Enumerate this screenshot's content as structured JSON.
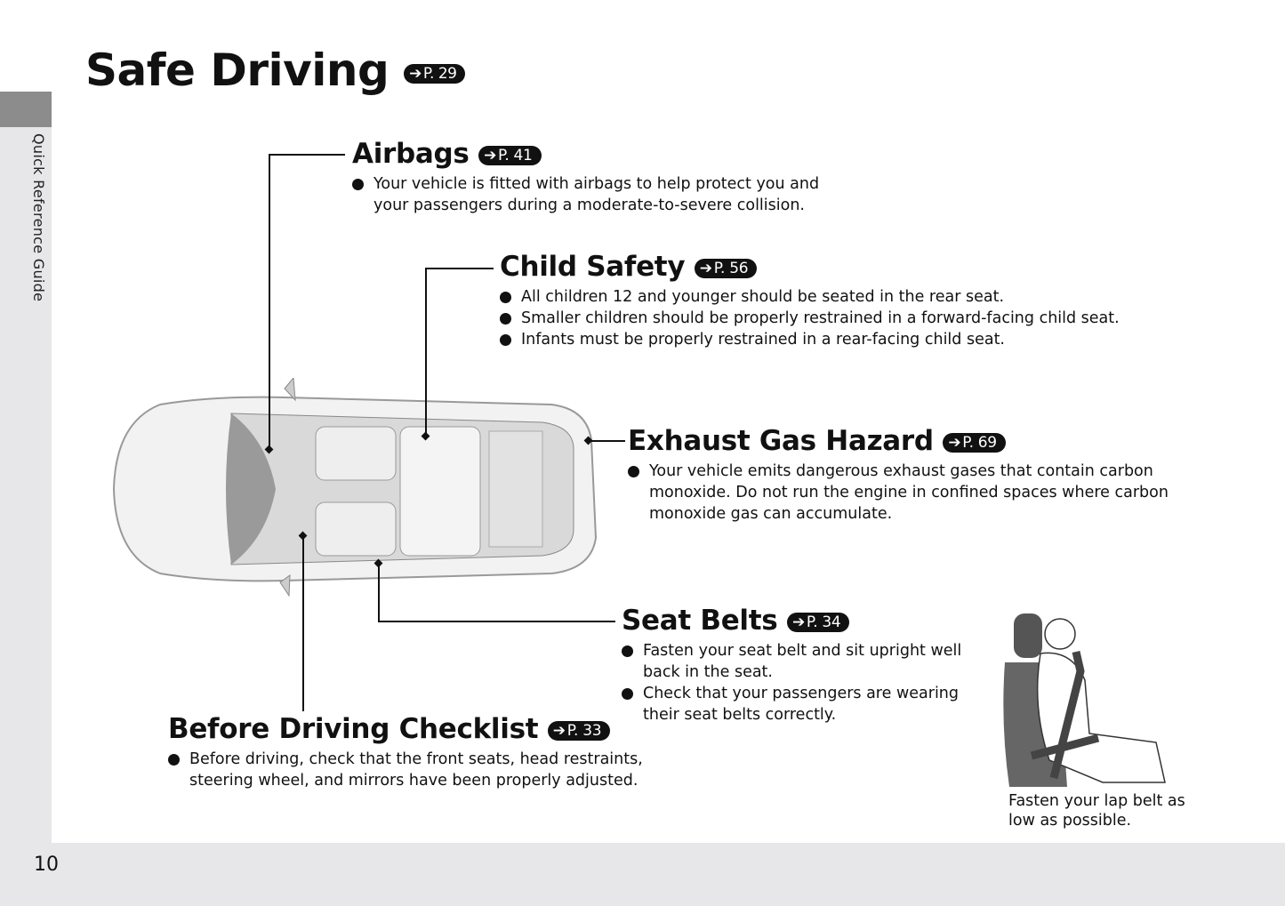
{
  "page": {
    "title": "Safe Driving",
    "title_ref": "P. 29",
    "side_tab": "Quick Reference Guide",
    "page_number": "10"
  },
  "sections": [
    {
      "id": "airbags",
      "heading": "Airbags",
      "ref": "P. 41",
      "bullets": [
        "Your vehicle is fitted with airbags to help protect you and your passengers during a moderate-to-severe collision."
      ]
    },
    {
      "id": "child",
      "heading": "Child Safety",
      "ref": "P. 56",
      "bullets": [
        "All children 12 and younger should be seated in the rear seat.",
        "Smaller children should be properly restrained in a forward-facing child seat.",
        "Infants must be properly restrained in a rear-facing child seat."
      ]
    },
    {
      "id": "exhaust",
      "heading": "Exhaust Gas Hazard",
      "ref": "P. 69",
      "bullets": [
        "Your vehicle emits dangerous exhaust gases that contain carbon monoxide. Do not run the engine in confined spaces where carbon monoxide gas can accumulate."
      ]
    },
    {
      "id": "seatbelts",
      "heading": "Seat Belts",
      "ref": "P. 34",
      "bullets": [
        "Fasten your seat belt and sit upright well back in the seat.",
        "Check that your passengers are wearing their seat belts correctly."
      ]
    },
    {
      "id": "checklist",
      "heading": "Before Driving Checklist",
      "ref": "P. 33",
      "bullets": [
        "Before driving, check that the front seats, head restraints, steering wheel, and mirrors have been properly adjusted."
      ]
    }
  ],
  "illustration": {
    "caption": "Fasten your lap belt as low as possible."
  }
}
